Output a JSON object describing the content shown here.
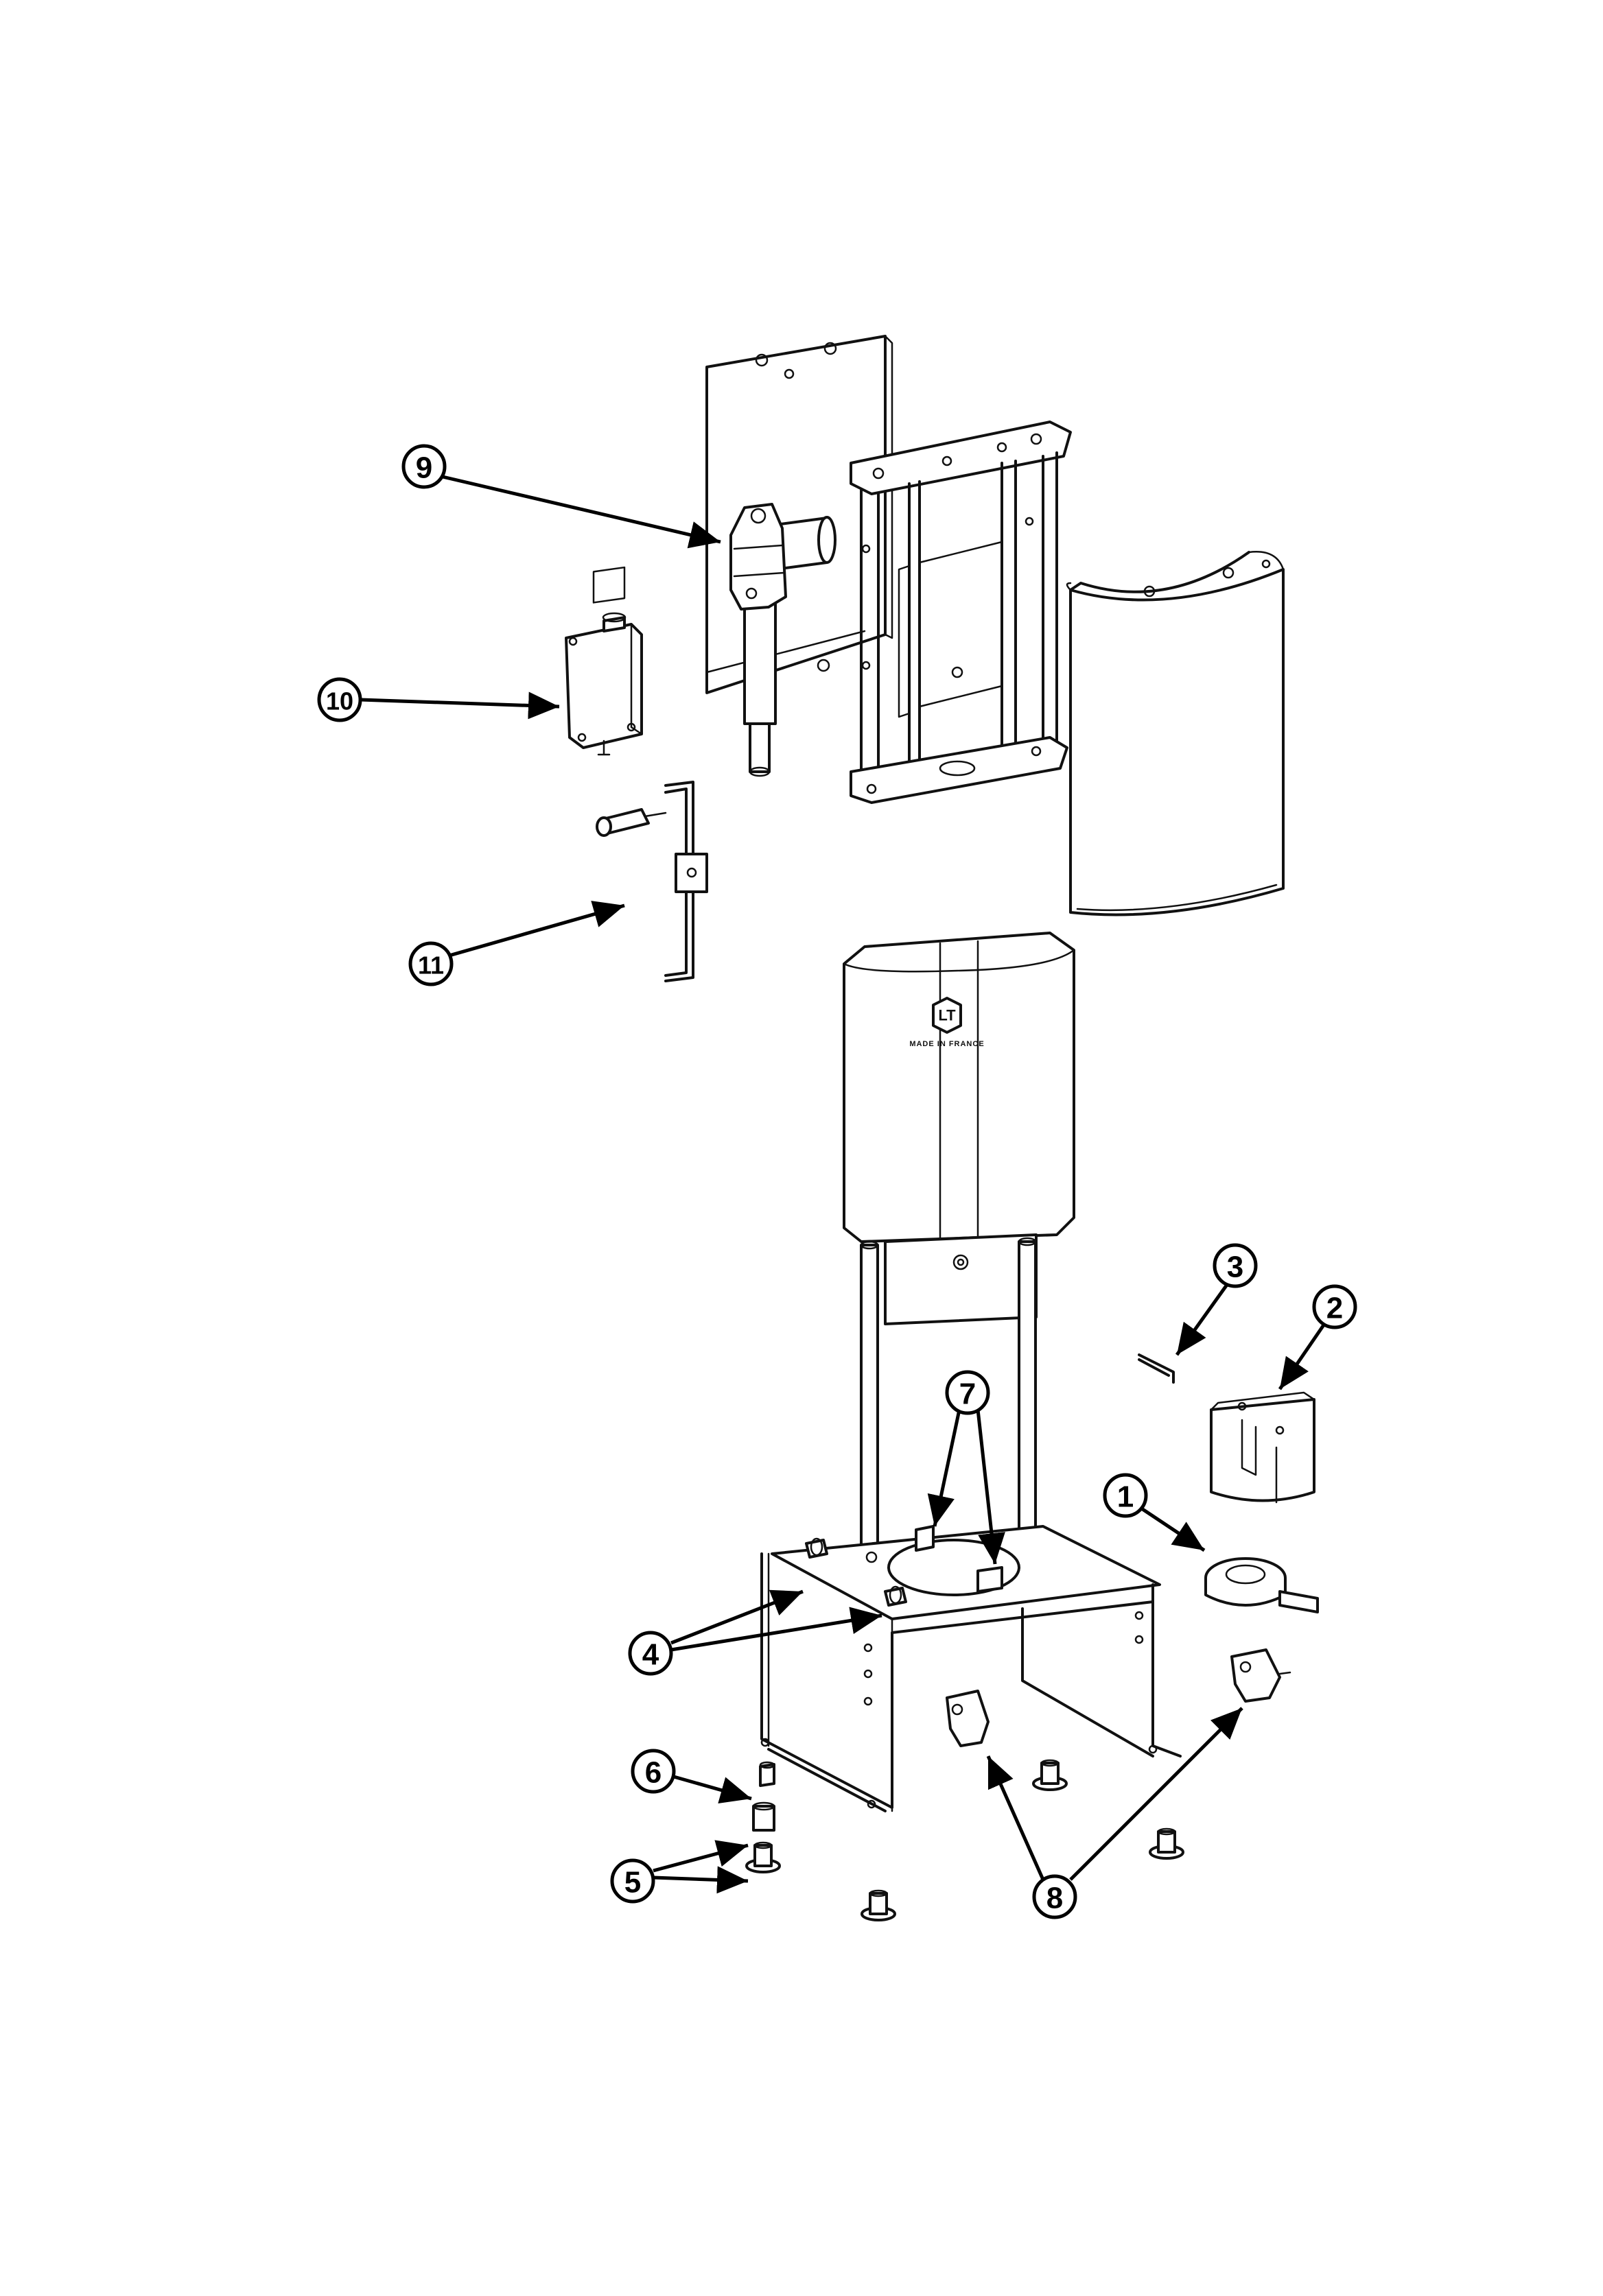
{
  "diagram": {
    "brand": {
      "logo_letters": "LT",
      "made_in": "MADE IN FRANCE"
    },
    "callouts": [
      {
        "id": "1",
        "label": "1"
      },
      {
        "id": "2",
        "label": "2"
      },
      {
        "id": "3",
        "label": "3"
      },
      {
        "id": "4",
        "label": "4"
      },
      {
        "id": "5",
        "label": "5"
      },
      {
        "id": "6",
        "label": "6"
      },
      {
        "id": "7",
        "label": "7"
      },
      {
        "id": "8",
        "label": "8"
      },
      {
        "id": "9",
        "label": "9"
      },
      {
        "id": "10",
        "label": "10"
      },
      {
        "id": "11",
        "label": "11"
      }
    ]
  }
}
